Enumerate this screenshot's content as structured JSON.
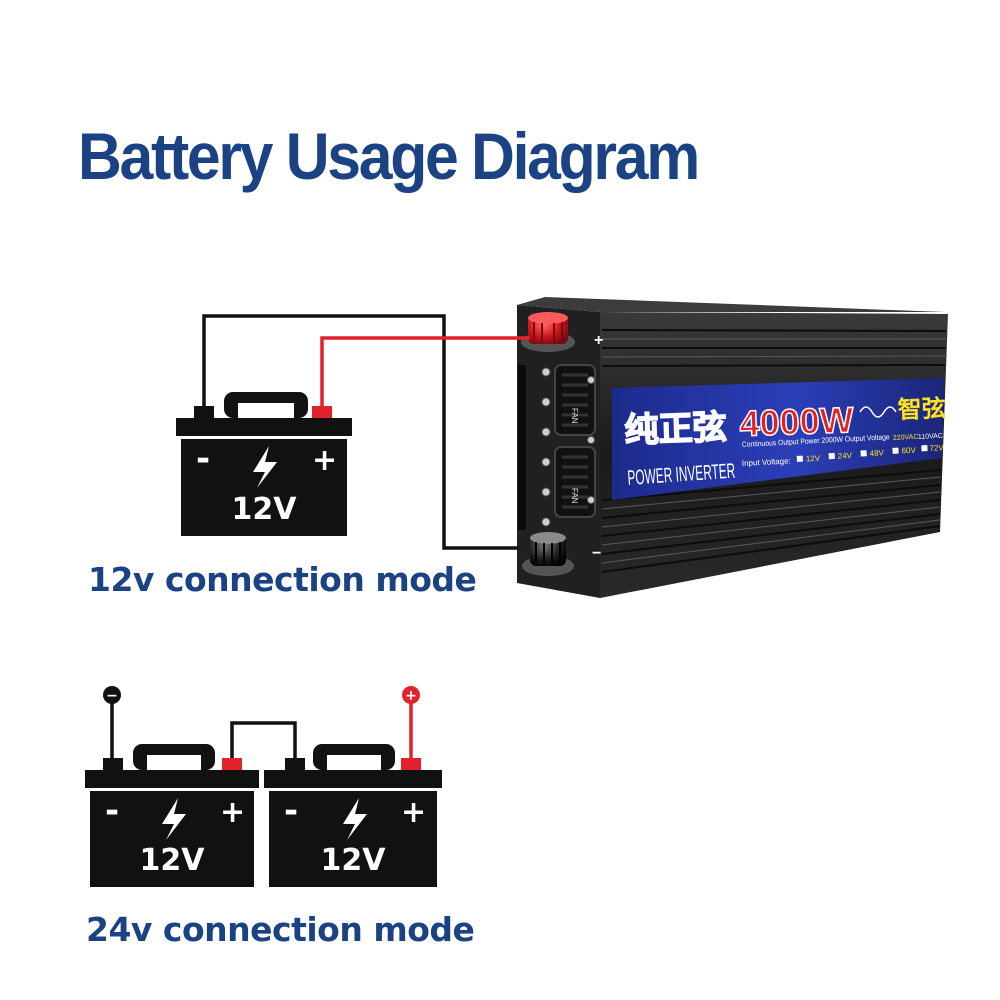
{
  "title": "Battery Usage Diagram",
  "mode12": {
    "caption": "12v connection mode",
    "battery": {
      "voltage": "12V",
      "minus": "-",
      "plus": "+"
    }
  },
  "mode24": {
    "caption": "24v connection mode",
    "batteries": [
      {
        "voltage": "12V",
        "minus": "-",
        "plus": "+"
      },
      {
        "voltage": "12V",
        "minus": "-",
        "plus": "+"
      }
    ],
    "neg_terminal": "−",
    "pos_terminal": "+"
  },
  "inverter": {
    "cn_label": "纯正弦",
    "power": "4000W",
    "cn_brand": "智弦",
    "name": "POWER INVERTER",
    "specs": "Continuous Output Power 2000W  Output Voltage",
    "out_220": "220VAC",
    "out_110": "110VAC",
    "input_label": "Input Voltage:",
    "input_options": [
      "12V",
      "24V",
      "48V",
      "60V",
      "72V"
    ],
    "fan_label": "FAN",
    "plus": "+",
    "minus": "−"
  },
  "colors": {
    "title_blue": "#1b4384",
    "wire_red": "#e0232a",
    "wire_black": "#111111",
    "label_yellow": "#ffe21a",
    "label_red": "#e61e1e"
  }
}
